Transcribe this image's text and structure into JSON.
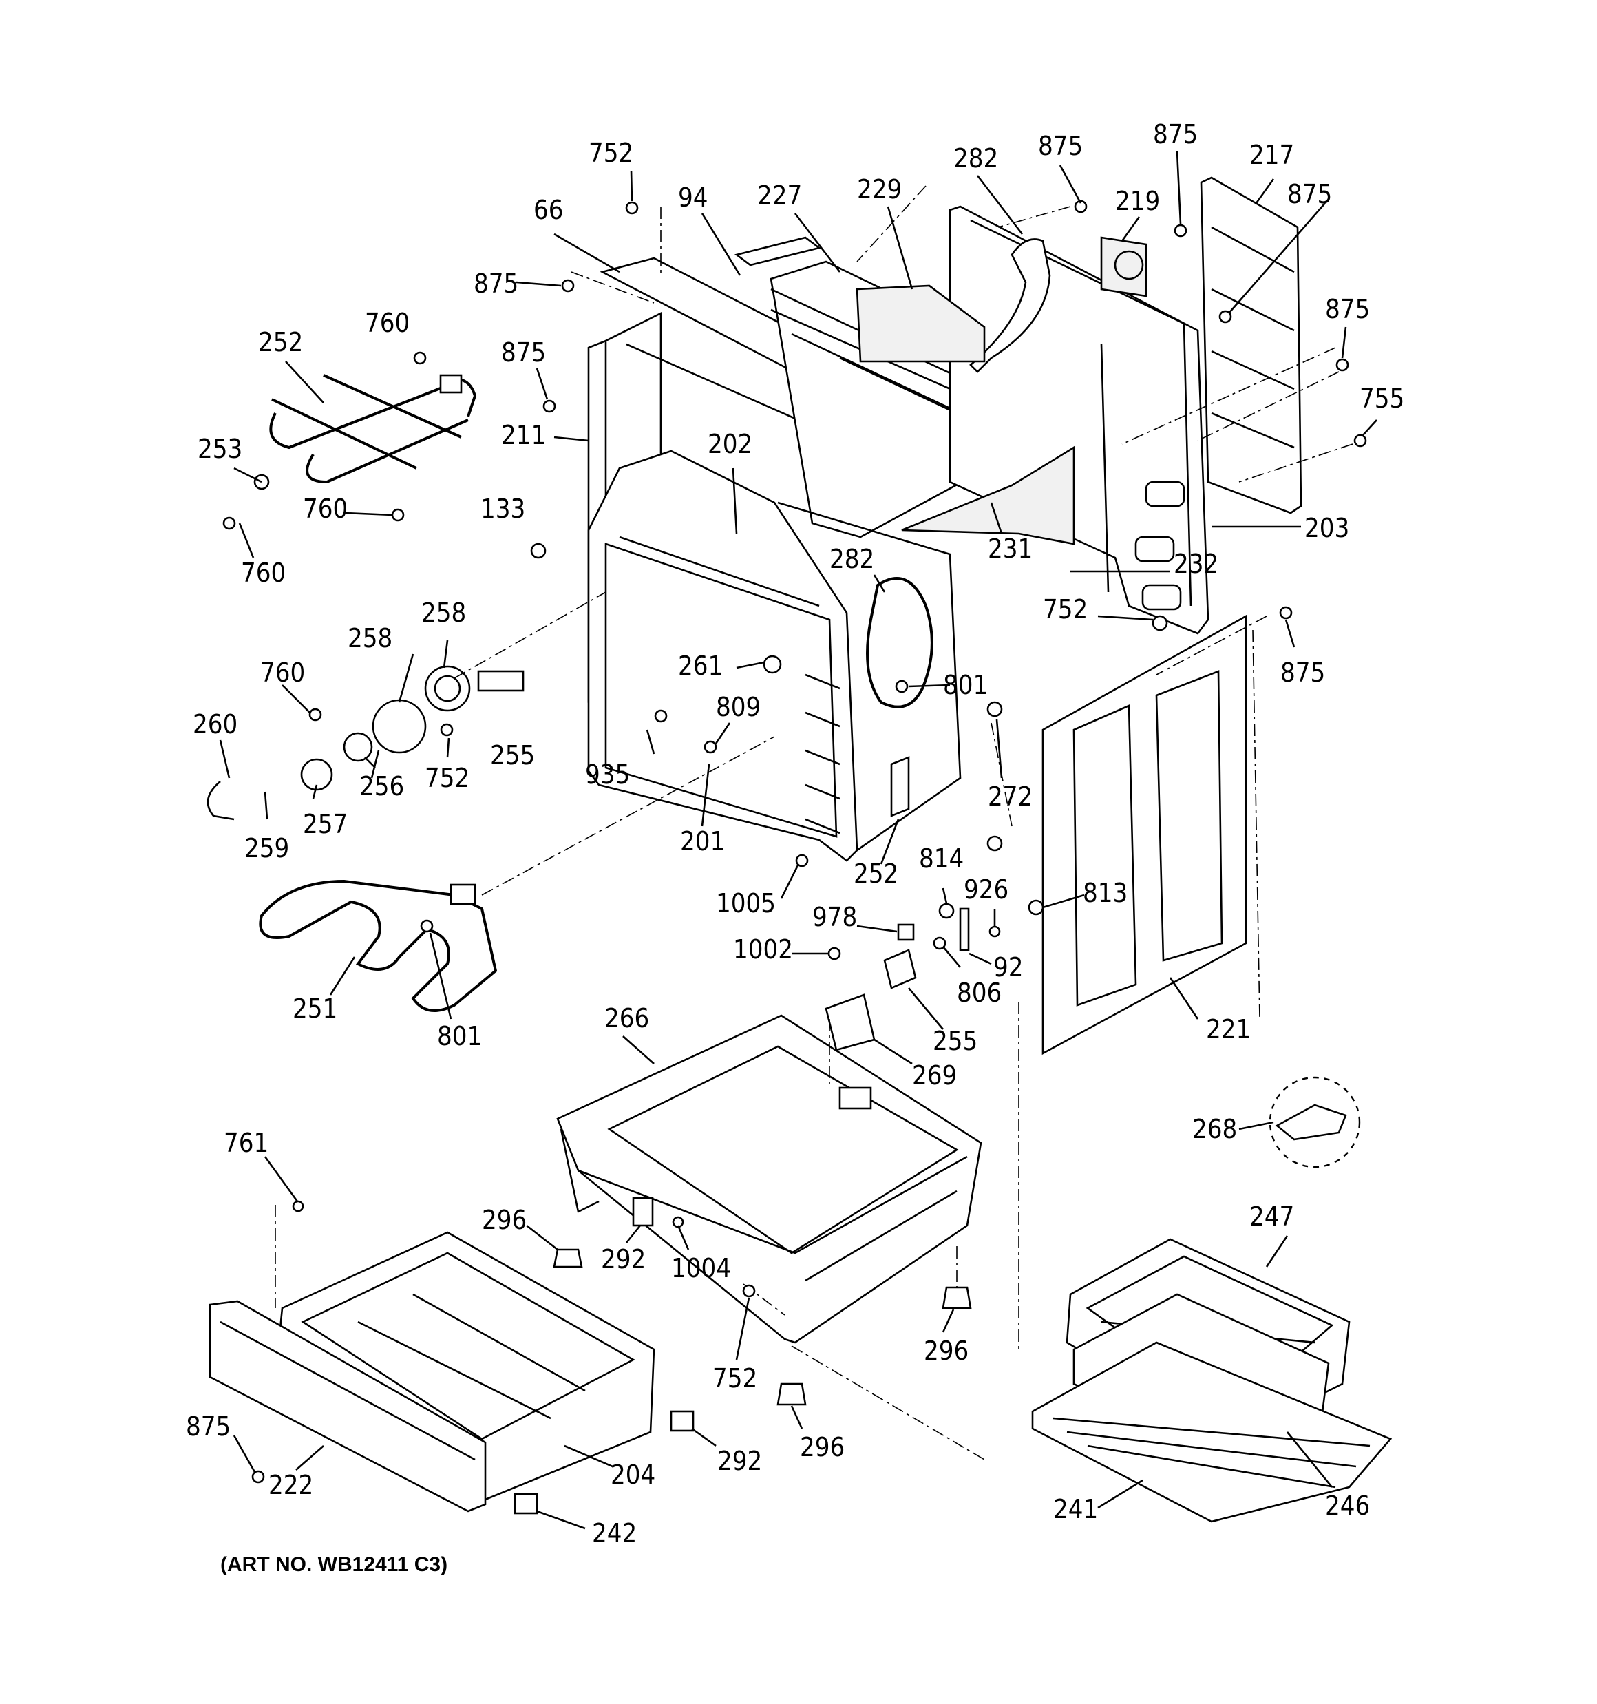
{
  "art_number": "(ART NO. WB12411 C3)",
  "labels": {
    "l752a": "752",
    "l94": "94",
    "l227": "227",
    "l229": "229",
    "l282a": "282",
    "l875a": "875",
    "l875b": "875",
    "l217": "217",
    "l219": "219",
    "l875c": "875",
    "l66": "66",
    "l875d": "875",
    "l760a": "760",
    "l252a": "252",
    "l875e": "875",
    "l875f": "875",
    "l755": "755",
    "l211": "211",
    "l253": "253",
    "l202": "202",
    "l203": "203",
    "l760b": "760",
    "l133": "133",
    "l231": "231",
    "l760c": "760",
    "l282b": "282",
    "l232": "232",
    "l752b": "752",
    "l258a": "258",
    "l258b": "258",
    "l875g": "875",
    "l760d": "760",
    "l261": "261",
    "l801a": "801",
    "l260": "260",
    "l809": "809",
    "l255a": "255",
    "l752c": "752",
    "l256": "256",
    "l935": "935",
    "l272": "272",
    "l257": "257",
    "l259": "259",
    "l201": "201",
    "l814": "814",
    "l252b": "252",
    "l926": "926",
    "l813": "813",
    "l1005": "1005",
    "l978": "978",
    "l1002": "1002",
    "l92": "92",
    "l806": "806",
    "l251": "251",
    "l801b": "801",
    "l266": "266",
    "l255b": "255",
    "l221": "221",
    "l269": "269",
    "l268": "268",
    "l761": "761",
    "l247": "247",
    "l296a": "296",
    "l292a": "292",
    "l1004": "1004",
    "l296b": "296",
    "l752d": "752",
    "l296c": "296",
    "l875h": "875",
    "l292b": "292",
    "l204": "204",
    "l222": "222",
    "l241": "241",
    "l246": "246",
    "l242": "242"
  }
}
